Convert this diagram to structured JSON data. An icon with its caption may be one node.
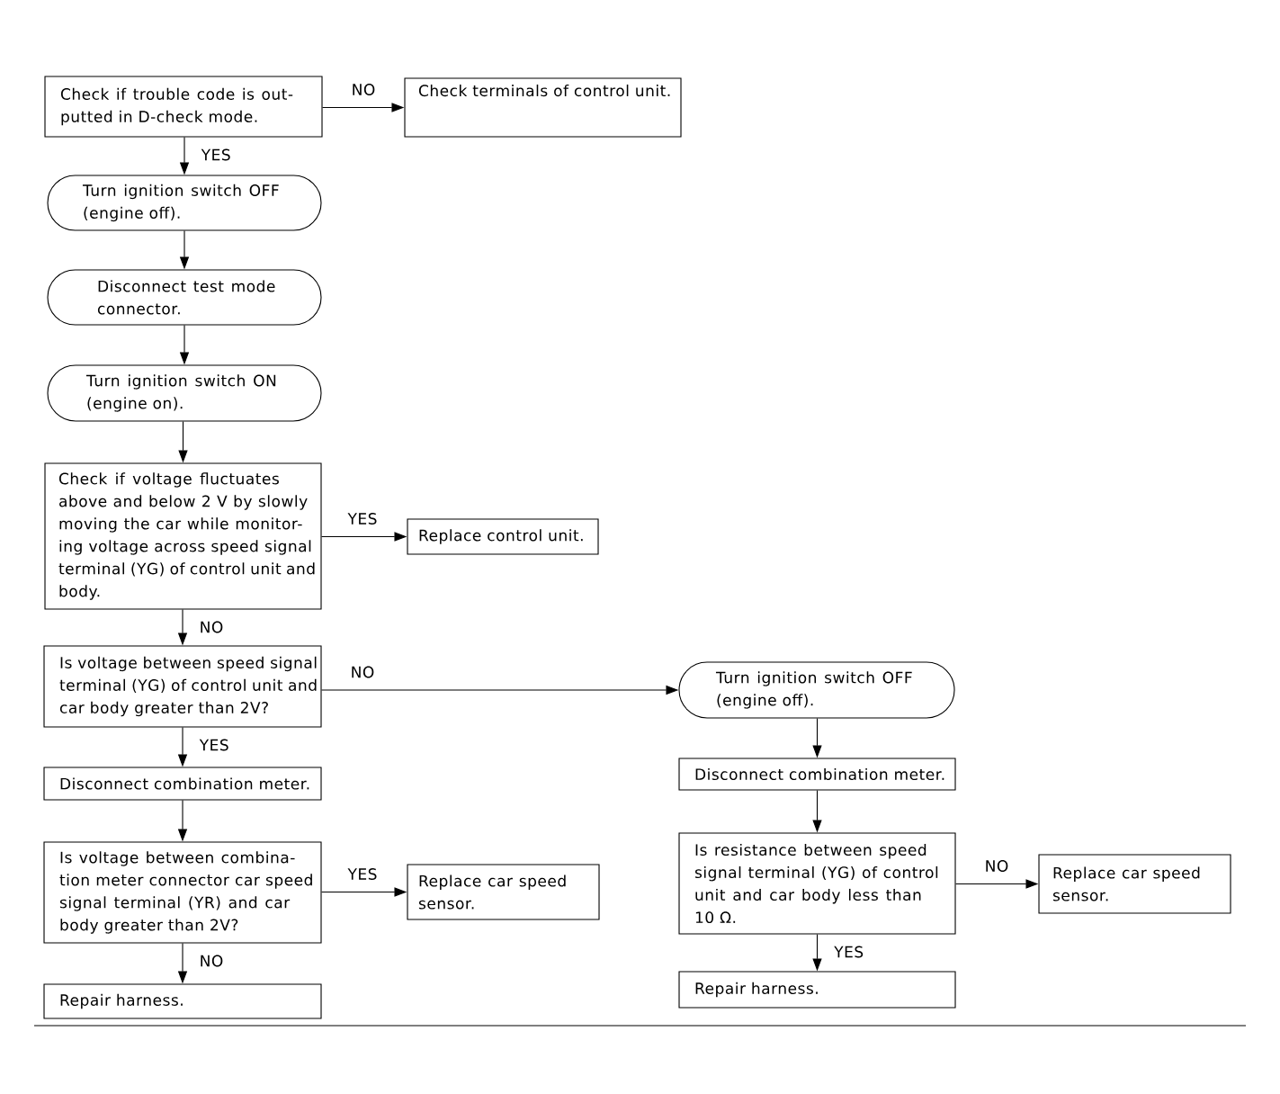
{
  "diagram": {
    "nodes": [
      {
        "text": [
          "Check if trouble code is out-putted in D-check mode."
        ]
      },
      {
        "text": [
          "Check terminals of control unit."
        ]
      },
      {
        "text": [
          "Turn ignition switch OFF (engine off)."
        ]
      },
      {
        "text": [
          "Disconnect test mode connector."
        ]
      },
      {
        "text": [
          "Turn ignition switch ON (engine on)."
        ]
      },
      {
        "text": [
          "Check if voltage fluctuates above and below 2 V by slowly moving the car while monitor-ing voltage across speed signal terminal (YG) of control unit and body."
        ]
      },
      {
        "text": [
          "Replace control unit."
        ]
      },
      {
        "text": [
          "Is voltage between speed signal terminal (YG) of control unit and car body greater than 2V?"
        ]
      },
      {
        "text": [
          "Turn ignition switch OFF (engine off)."
        ]
      },
      {
        "text": [
          "Disconnect combination meter."
        ]
      },
      {
        "text": [
          "Disconnect combination meter."
        ]
      },
      {
        "text": [
          "Is voltage between combina-tion meter connector car speed signal terminal (YR) and car body greater than 2V?"
        ]
      },
      {
        "text": [
          "Replace car speed sensor."
        ]
      },
      {
        "text": [
          "Is resistance between speed signal terminal (YG) of control unit and car body less than 10 Ω."
        ]
      },
      {
        "text": [
          "Replace car speed sensor."
        ]
      },
      {
        "text": [
          "Repair harness."
        ]
      },
      {
        "text": [
          "Repair harness."
        ]
      }
    ],
    "edges": [
      {
        "from": 0,
        "to": 1,
        "arrow": "to",
        "label": "NO"
      },
      {
        "from": 0,
        "to": 2,
        "arrow": "to",
        "label": "YES"
      },
      {
        "from": 2,
        "to": 3,
        "arrow": "to"
      },
      {
        "from": 3,
        "to": 4,
        "arrow": "to"
      },
      {
        "from": 4,
        "to": 5,
        "arrow": "to"
      },
      {
        "from": 5,
        "to": 6,
        "arrow": "to",
        "label": "YES"
      },
      {
        "from": 5,
        "to": 7,
        "arrow": "to",
        "label": "NO"
      },
      {
        "from": 7,
        "to": 8,
        "arrow": "to",
        "label": "NO"
      },
      {
        "from": 7,
        "to": 9,
        "arrow": "to",
        "label": "YES"
      },
      {
        "from": 9,
        "to": 11,
        "arrow": "to"
      },
      {
        "from": 11,
        "to": 12,
        "arrow": "to",
        "label": "YES"
      },
      {
        "from": 11,
        "to": 15,
        "arrow": "to",
        "label": "NO"
      },
      {
        "from": 8,
        "to": 10,
        "arrow": "to"
      },
      {
        "from": 10,
        "to": 13,
        "arrow": "to"
      },
      {
        "from": 13,
        "to": 14,
        "arrow": "to",
        "label": "NO"
      },
      {
        "from": 13,
        "to": 16,
        "arrow": "to",
        "label": "YES"
      }
    ]
  }
}
